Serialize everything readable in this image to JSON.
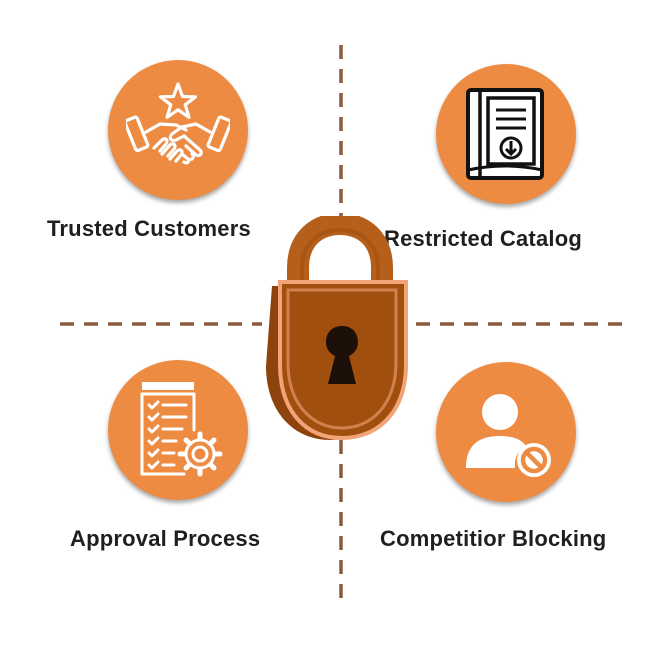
{
  "colors": {
    "badge": "#EE8B43",
    "lock_body": "#A14F0E",
    "lock_shackle": "#B55F1B",
    "lock_rim": "#F2A478",
    "guide_line": "#8A5A3C",
    "text": "#1f1f1f"
  },
  "quadrants": [
    {
      "key": "trusted",
      "label": "Trusted Customers",
      "icon": "handshake-star-icon"
    },
    {
      "key": "catalog",
      "label": "Restricted Catalog",
      "icon": "catalog-download-icon"
    },
    {
      "key": "approval",
      "label": "Approval Process",
      "icon": "checklist-gear-icon"
    },
    {
      "key": "blocking",
      "label": "Competitior Blocking",
      "icon": "user-blocked-icon"
    }
  ],
  "center": {
    "icon": "padlock-icon"
  }
}
